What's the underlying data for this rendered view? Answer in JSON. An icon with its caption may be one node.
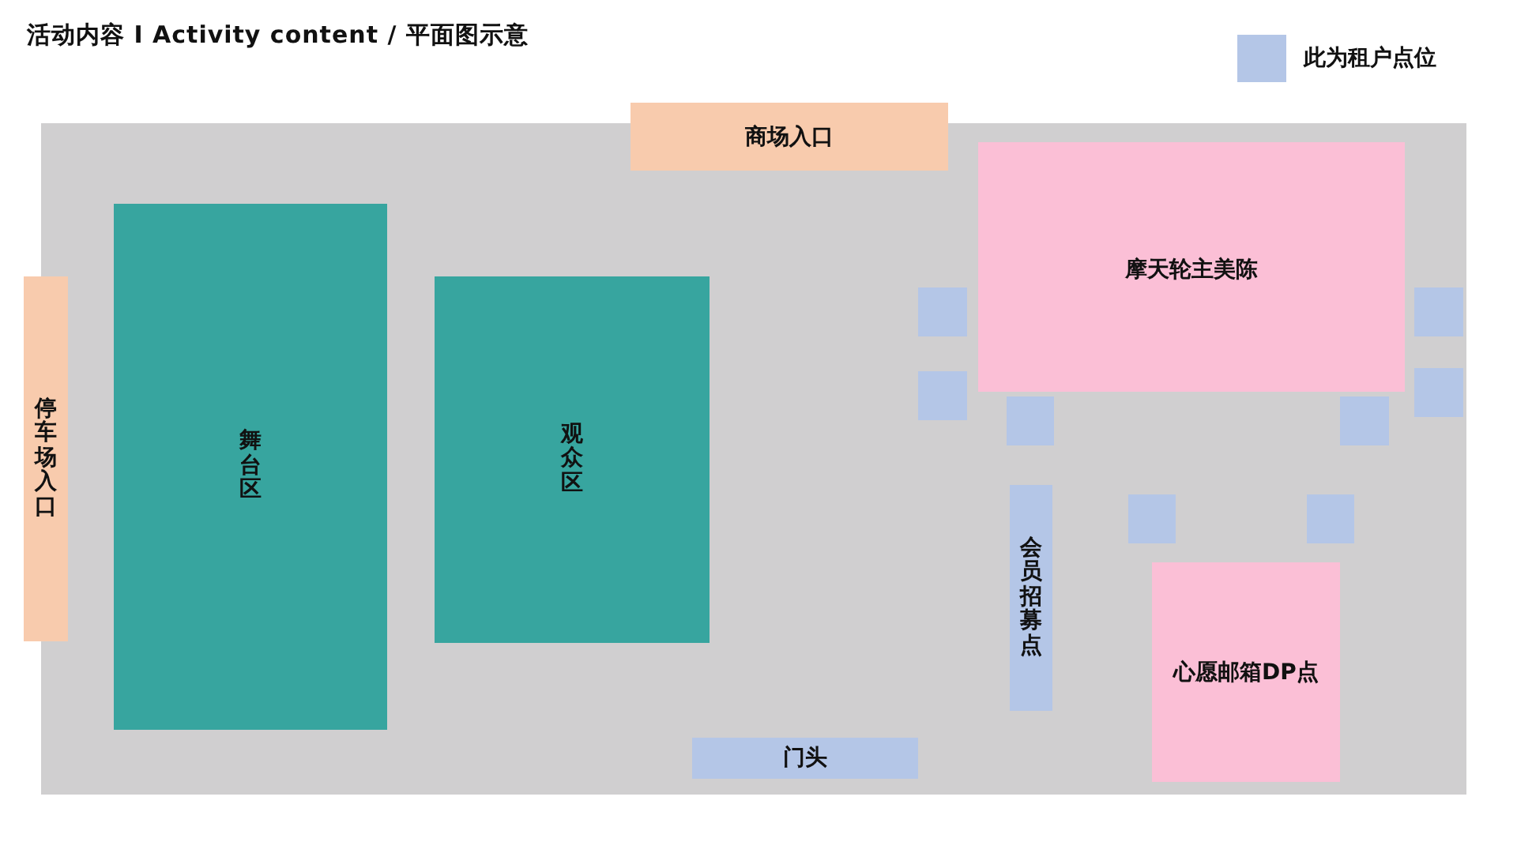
{
  "diagram": {
    "title": "活动内容 I Activity content / 平面图示意",
    "nodes": [
      {
        "text": [],
        "shape": "box"
      },
      {
        "text": [
          "商场入口"
        ]
      },
      {
        "text": [
          "摩天轮主美陈"
        ],
        "in": 0
      },
      {
        "text": [],
        "shape": "box",
        "in": 0
      },
      {
        "text": [],
        "shape": "box",
        "in": 0
      },
      {
        "text": [
          "停车场入口"
        ]
      },
      {
        "text": [
          "舞台区"
        ],
        "in": 0
      },
      {
        "text": [
          "观众区"
        ],
        "in": 0
      },
      {
        "text": [],
        "shape": "box",
        "in": 0
      },
      {
        "text": [],
        "shape": "box",
        "in": 0
      },
      {
        "text": [],
        "shape": "box",
        "in": 0
      },
      {
        "text": [],
        "shape": "box",
        "in": 0
      },
      {
        "text": [],
        "shape": "box",
        "in": 0
      },
      {
        "text": [],
        "shape": "box",
        "in": 0
      },
      {
        "text": [
          "会员招募点"
        ],
        "in": 0
      },
      {
        "text": [
          "心愿邮箱DP点"
        ],
        "in": 0
      },
      {
        "text": [
          "门头"
        ],
        "in": 0
      }
    ],
    "legend": [
      {
        "text": "此为租户点位",
        "color": "#b4c6e7"
      }
    ]
  }
}
